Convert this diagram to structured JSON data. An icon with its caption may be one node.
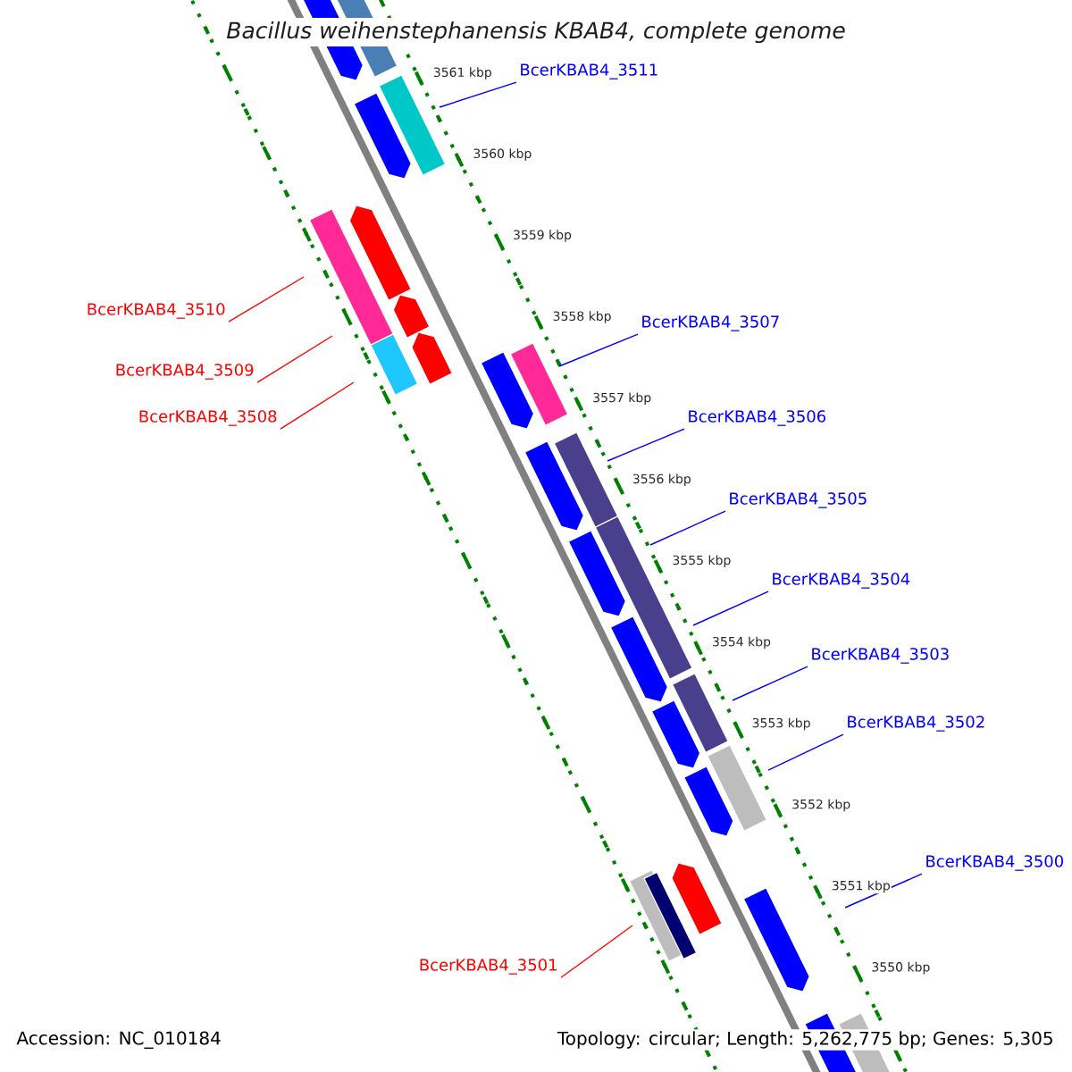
{
  "diagram": {
    "title": "Bacillus weihenstephanensis KBAB4, complete genome",
    "nodes": [
      {
        "text": [
          "BcerKBAB4_3511"
        ]
      },
      {
        "text": [
          "BcerKBAB4_3510"
        ]
      },
      {
        "text": [
          "BcerKBAB4_3509"
        ]
      },
      {
        "text": [
          "BcerKBAB4_3508"
        ]
      },
      {
        "text": [
          "BcerKBAB4_3507"
        ]
      },
      {
        "text": [
          "BcerKBAB4_3506"
        ]
      },
      {
        "text": [
          "BcerKBAB4_3505"
        ]
      },
      {
        "text": [
          "BcerKBAB4_3504"
        ]
      },
      {
        "text": [
          "BcerKBAB4_3503"
        ]
      },
      {
        "text": [
          "BcerKBAB4_3502"
        ]
      },
      {
        "text": [
          "BcerKBAB4_3500"
        ]
      },
      {
        "text": [
          "BcerKBAB4_3501"
        ]
      }
    ],
    "edges": [
      {
        "from": 0,
        "to": null,
        "arrow": "none"
      },
      {
        "from": 1,
        "to": null,
        "arrow": "none",
        "color": "#ff0000"
      },
      {
        "from": 2,
        "to": null,
        "arrow": "none",
        "color": "#ff0000"
      },
      {
        "from": 3,
        "to": null,
        "arrow": "none",
        "color": "#ff0000"
      },
      {
        "from": 4,
        "to": null,
        "arrow": "none"
      },
      {
        "from": 5,
        "to": null,
        "arrow": "none"
      },
      {
        "from": 6,
        "to": null,
        "arrow": "none"
      },
      {
        "from": 7,
        "to": null,
        "arrow": "none"
      },
      {
        "from": 8,
        "to": null,
        "arrow": "none"
      },
      {
        "from": 9,
        "to": null,
        "arrow": "none"
      },
      {
        "from": 10,
        "to": null,
        "arrow": "none"
      },
      {
        "from": 11,
        "to": null,
        "arrow": "none",
        "color": "#ff0000"
      }
    ],
    "labels": [
      "3561 kbp",
      "3560 kbp",
      "3559 kbp",
      "3558 kbp",
      "3557 kbp",
      "3556 kbp",
      "3555 kbp",
      "3554 kbp",
      "3553 kbp",
      "3552 kbp",
      "3551 kbp",
      "3550 kbp",
      "Accession: NC_010184",
      "Topology: circular; Length: 5,262,775 bp; Genes: 5,305"
    ]
  }
}
